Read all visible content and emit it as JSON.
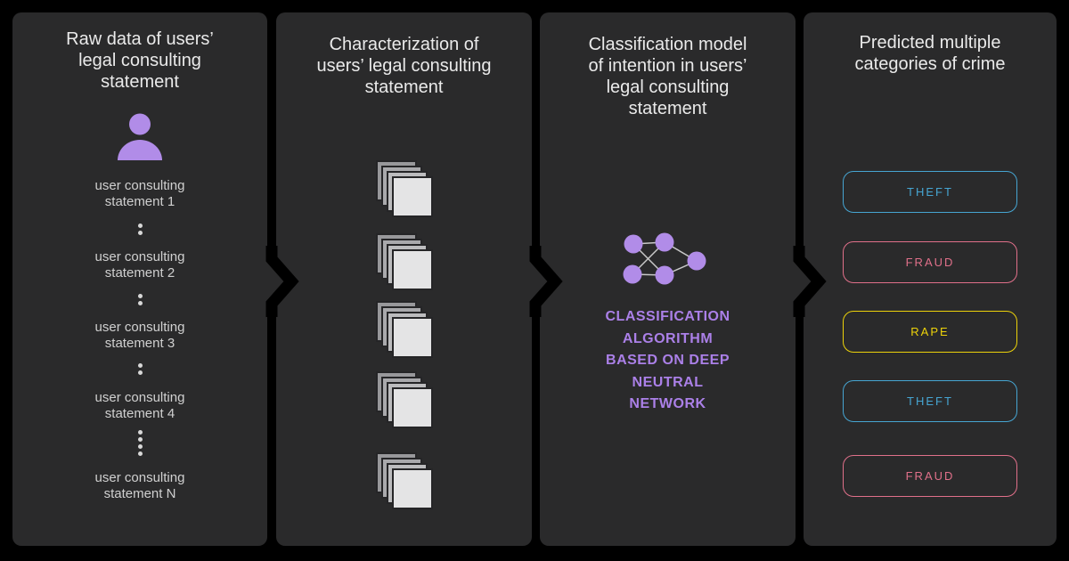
{
  "colors": {
    "background": "#000000",
    "panel": "#2a2a2b",
    "title_text": "#eaeaea",
    "body_text": "#d0d0d0",
    "purple_icon": "#b18ce8",
    "purple_text": "#ab80e8",
    "node_line": "#c9c9c9",
    "dots": "#d8d8d8",
    "badge_blue": "#46a5d2",
    "badge_pink": "#e0708a",
    "badge_yellow": "#ecd20a",
    "arrow": "#000000"
  },
  "panel1": {
    "title_lines": [
      "Raw data of users’",
      "legal consulting",
      "statement"
    ],
    "statements": [
      {
        "line1": "user consulting",
        "line2": "statement 1"
      },
      {
        "line1": "user consulting",
        "line2": "statement 2"
      },
      {
        "line1": "user consulting",
        "line2": "statement 3"
      },
      {
        "line1": "user consulting",
        "line2": "statement 4"
      },
      {
        "line1": "user consulting",
        "line2": "statement N"
      }
    ]
  },
  "panel2": {
    "title_lines": [
      "Characterization of",
      "users’ legal consulting",
      "statement"
    ],
    "stack_count": 5
  },
  "panel3": {
    "title_lines": [
      "Classification model",
      "of intention in users’",
      "legal consulting",
      "statement"
    ],
    "algorithm_lines": [
      "CLASSIFICATION",
      "ALGORITHM",
      "BASED ON DEEP",
      "NEUTRAL",
      "NETWORK"
    ]
  },
  "panel4": {
    "title_lines": [
      "Predicted multiple",
      "categories of crime"
    ],
    "badges": [
      {
        "label": "THEFT",
        "style": "color:#46a5d2"
      },
      {
        "label": "FRAUD",
        "style": "color:#e0708a"
      },
      {
        "label": "RAPE",
        "style": "color:#ecd20a"
      },
      {
        "label": "THEFT",
        "style": "color:#46a5d2"
      },
      {
        "label": "FRAUD",
        "style": "color:#e0708a"
      }
    ]
  }
}
